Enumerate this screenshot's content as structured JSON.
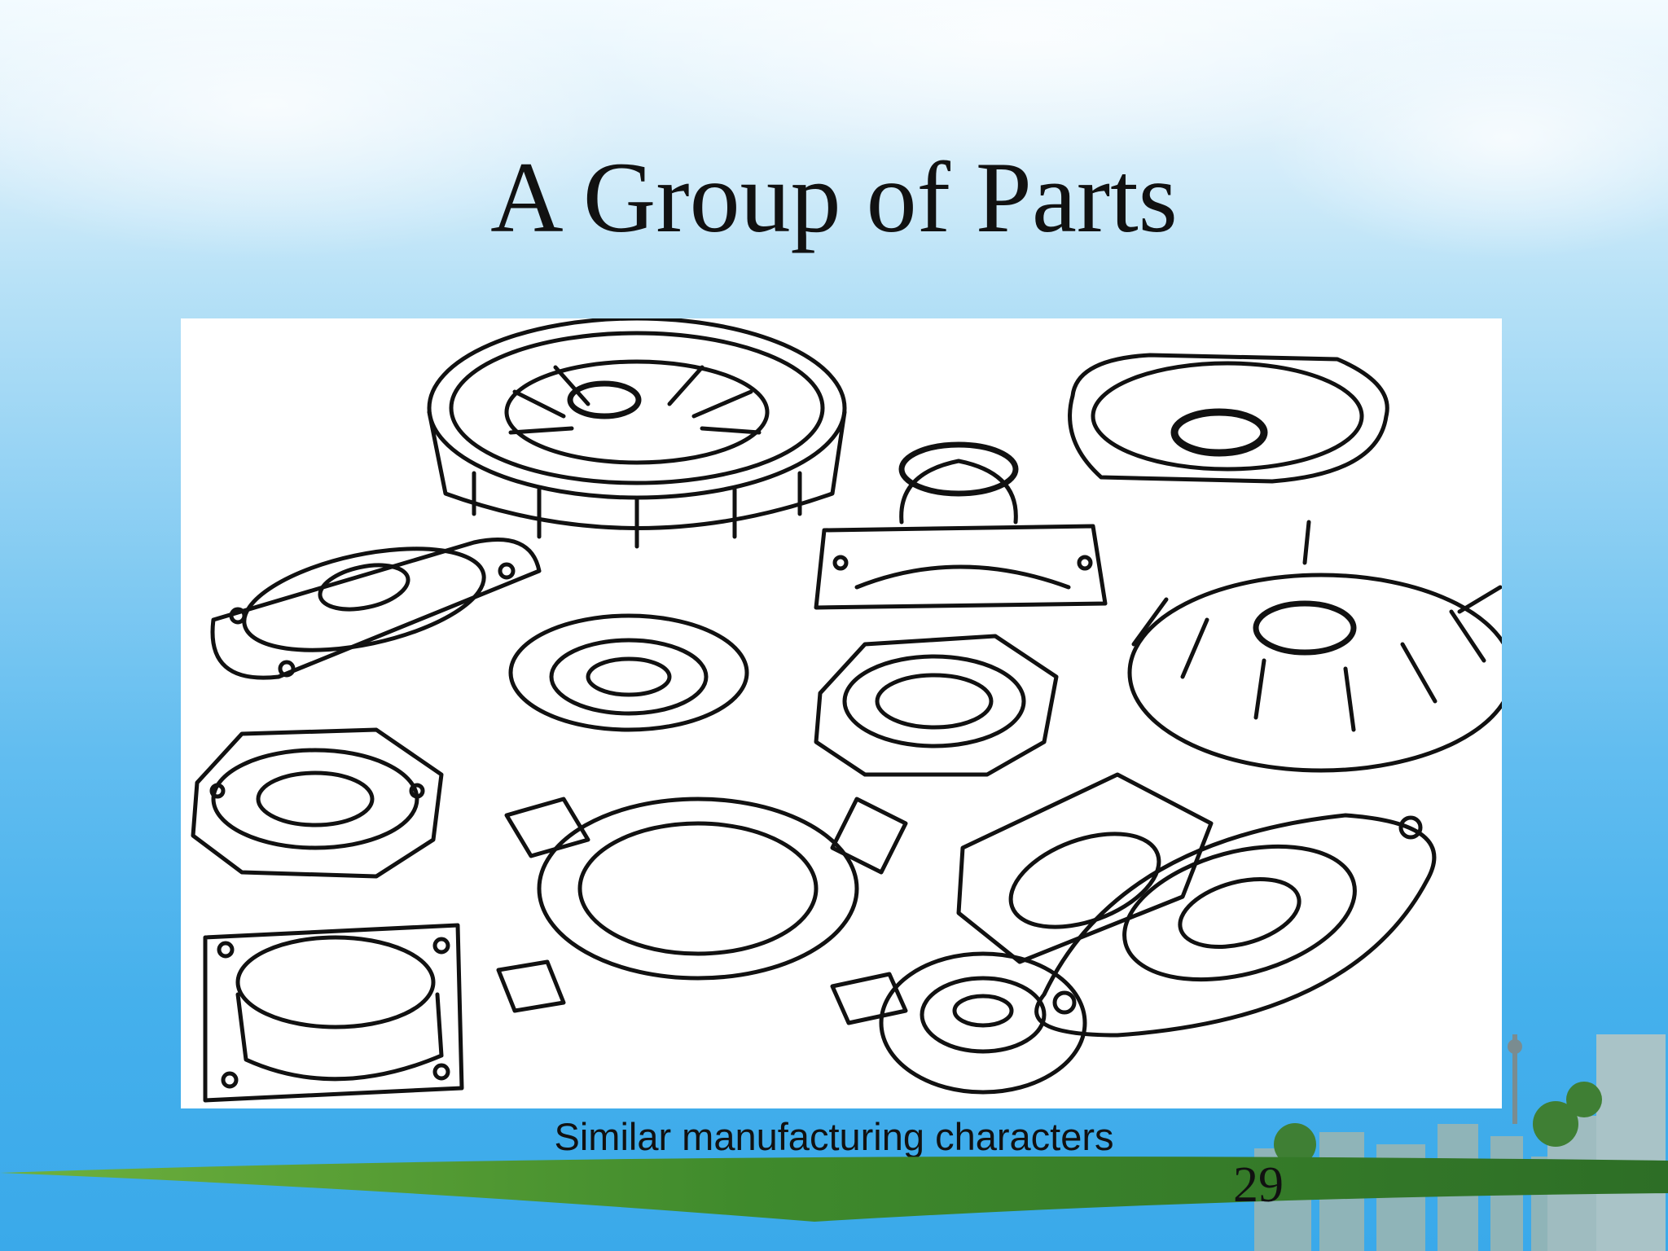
{
  "slide": {
    "title": "A Group of Parts",
    "figure_name": "group-of-cast-parts-line-drawing",
    "caption": "Similar manufacturing characters",
    "page_number": "29"
  },
  "colors": {
    "sky_top": "#f3fbff",
    "sky_bottom": "#3aa9ea",
    "band_green_dark": "#2d6e26",
    "band_green_light": "#6fb13d",
    "drawing_stroke": "#111111",
    "figure_background": "#ffffff"
  }
}
